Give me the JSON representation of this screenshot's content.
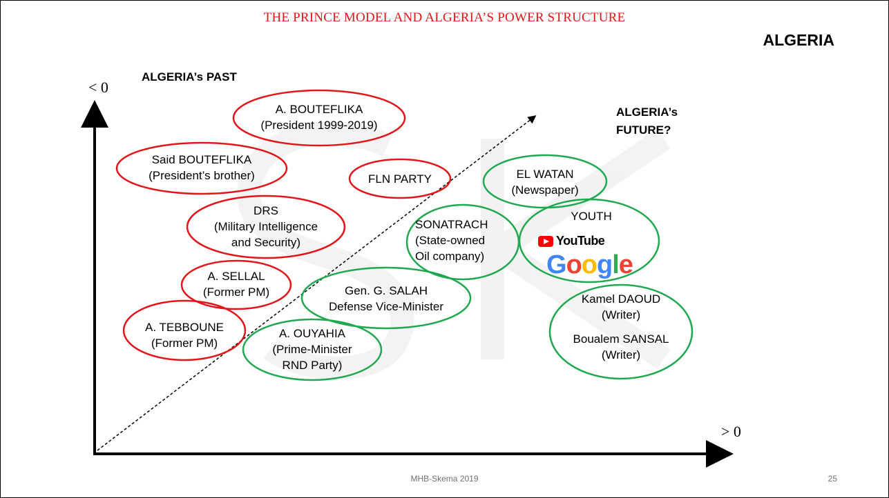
{
  "slide": {
    "title": "THE PRINCE MODEL AND ALGERIA’S POWER STRUCTURE",
    "country": "ALGERIA",
    "past_label": "ALGERIA’s PAST",
    "future_label_1": "ALGERIA’s",
    "future_label_2": "FUTURE?",
    "y_axis_label": "< 0",
    "x_axis_label": "> 0",
    "footer": "MHB-Skema 2019",
    "page_number": "25"
  },
  "colors": {
    "title": "#e3151a",
    "red_ellipse": "#e3151a",
    "green_ellipse": "#1fa84f"
  },
  "actors": {
    "bouteflika": {
      "line1": "A.   BOUTEFLIKA",
      "line2": "(President 1999-2019)",
      "group": "red"
    },
    "said": {
      "line1": "Said BOUTEFLIKA",
      "line2": "(President’s brother)",
      "group": "red"
    },
    "fln": {
      "line1": "FLN PARTY",
      "group": "red"
    },
    "drs": {
      "line1": "DRS",
      "line2": "(Military Intelligence",
      "line3": "and Security)",
      "group": "red"
    },
    "sellal": {
      "line1": "A.   SELLAL",
      "line2": "(Former PM)",
      "group": "red"
    },
    "tebboune": {
      "line1": "A.   TEBBOUNE",
      "line2": "(Former PM)",
      "group": "red"
    },
    "salah": {
      "line1": "Gen. G. SALAH",
      "line2": "Defense Vice-Minister",
      "group": "green"
    },
    "ouyahia": {
      "line1": "A.   OUYAHIA",
      "line2": "(Prime-Minister",
      "line3": "RND Party)",
      "group": "green"
    },
    "sonatrach": {
      "line1": "SONATRACH",
      "line2": "(State-owned",
      "line3": "Oil company)",
      "group": "green"
    },
    "elwatan": {
      "line1": "EL WATAN",
      "line2": "(Newspaper)",
      "group": "green"
    },
    "youth": {
      "line1": "YOUTH",
      "youtube": "YouTube",
      "google": "Google",
      "group": "green"
    },
    "writers": {
      "line1": "Kamel DAOUD",
      "line2": "(Writer)",
      "line3": "Boualem SANSAL",
      "line4": "(Writer)",
      "group": "green"
    }
  }
}
